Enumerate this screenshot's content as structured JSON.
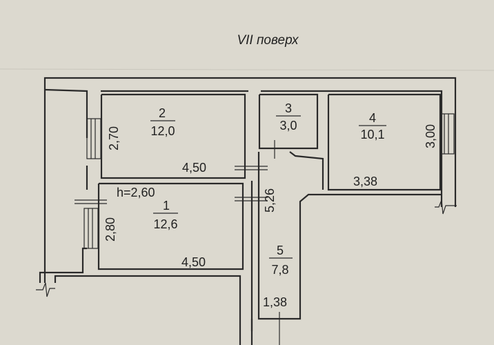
{
  "title": "VII поверх",
  "ceiling_height": "h=2,60",
  "rooms": [
    {
      "number": "1",
      "area": "12,6"
    },
    {
      "number": "2",
      "area": "12,0"
    },
    {
      "number": "3",
      "area": "3,0"
    },
    {
      "number": "4",
      "area": "10,1"
    },
    {
      "number": "5",
      "area": "7,8"
    }
  ],
  "dimensions": {
    "room1_width": "4,50",
    "room1_depth": "2,80",
    "room2_width": "4,50",
    "room2_depth": "2,70",
    "room4_width": "3,38",
    "room4_depth": "3,00",
    "corridor_length": "5,26",
    "corridor_width": "1,38"
  }
}
